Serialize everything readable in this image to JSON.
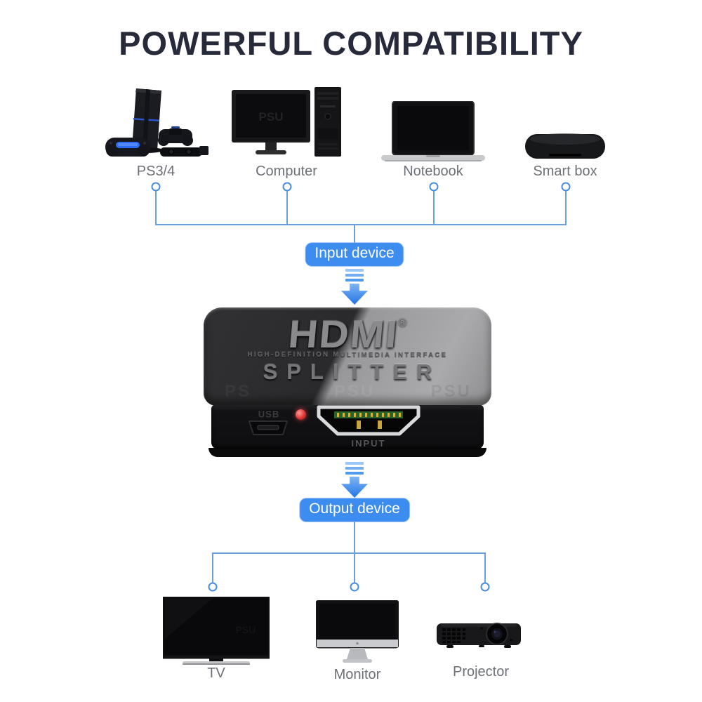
{
  "title": "POWERFUL COMPATIBILITY",
  "watermark": "PSU",
  "watermark_short": "PS",
  "input_section": {
    "label": "Input device",
    "devices": [
      {
        "name": "PS3/4",
        "icon": "ps4-game-console"
      },
      {
        "name": "Computer",
        "icon": "desktop-computer"
      },
      {
        "name": "Notebook",
        "icon": "laptop-notebook"
      },
      {
        "name": "Smart box",
        "icon": "smart-tv-box"
      }
    ]
  },
  "splitter": {
    "brand": "HDMI",
    "reg_mark": "®",
    "subtitle": "HIGH-DEFINITION MULTIMEDIA INTERFACE",
    "product": "SPLITTER",
    "usb_port_label": "USB",
    "input_port_label": "INPUT"
  },
  "output_section": {
    "label": "Output device",
    "devices": [
      {
        "name": "TV",
        "icon": "television"
      },
      {
        "name": "Monitor",
        "icon": "desktop-monitor"
      },
      {
        "name": "Projector",
        "icon": "projector"
      }
    ]
  },
  "colors": {
    "accent_blue": "#3d8cf0",
    "connector_blue": "#6b9fd9",
    "arrow_blue_light": "#7eb5f2",
    "arrow_blue_dark": "#2374e8",
    "title_dark": "#262a3a",
    "device_label_gray": "#6d7076",
    "led_red": "#e03535"
  }
}
